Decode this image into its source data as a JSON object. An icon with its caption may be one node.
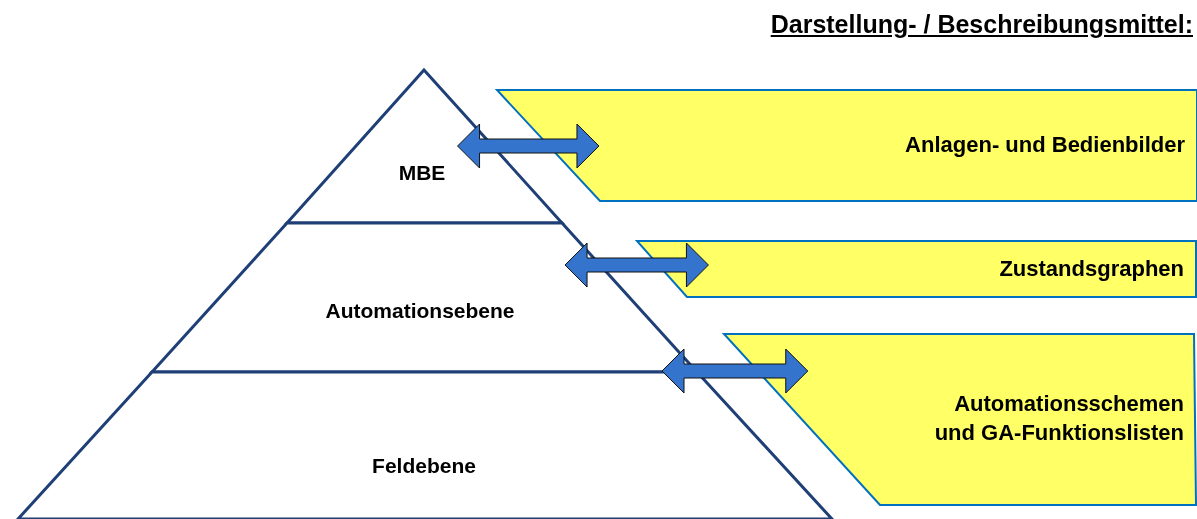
{
  "diagram": {
    "title": "Darstellung- / Beschreibungsmittel:",
    "nodes": [
      {
        "text": [
          "MBE"
        ]
      },
      {
        "text": [
          "Automationsebene"
        ]
      },
      {
        "text": [
          "Feldebene"
        ]
      },
      {
        "text": [
          "Anlagen- und Bedienbilder"
        ]
      },
      {
        "text": [
          "Zustandsgraphen"
        ]
      },
      {
        "text": [
          "Automationsschemen und GA-Funktionslisten"
        ]
      }
    ],
    "edges": [
      {
        "from": 0,
        "to": 3,
        "arrow": "both"
      },
      {
        "from": 1,
        "to": 4,
        "arrow": "both"
      },
      {
        "from": 2,
        "to": 5,
        "arrow": "both"
      }
    ]
  }
}
